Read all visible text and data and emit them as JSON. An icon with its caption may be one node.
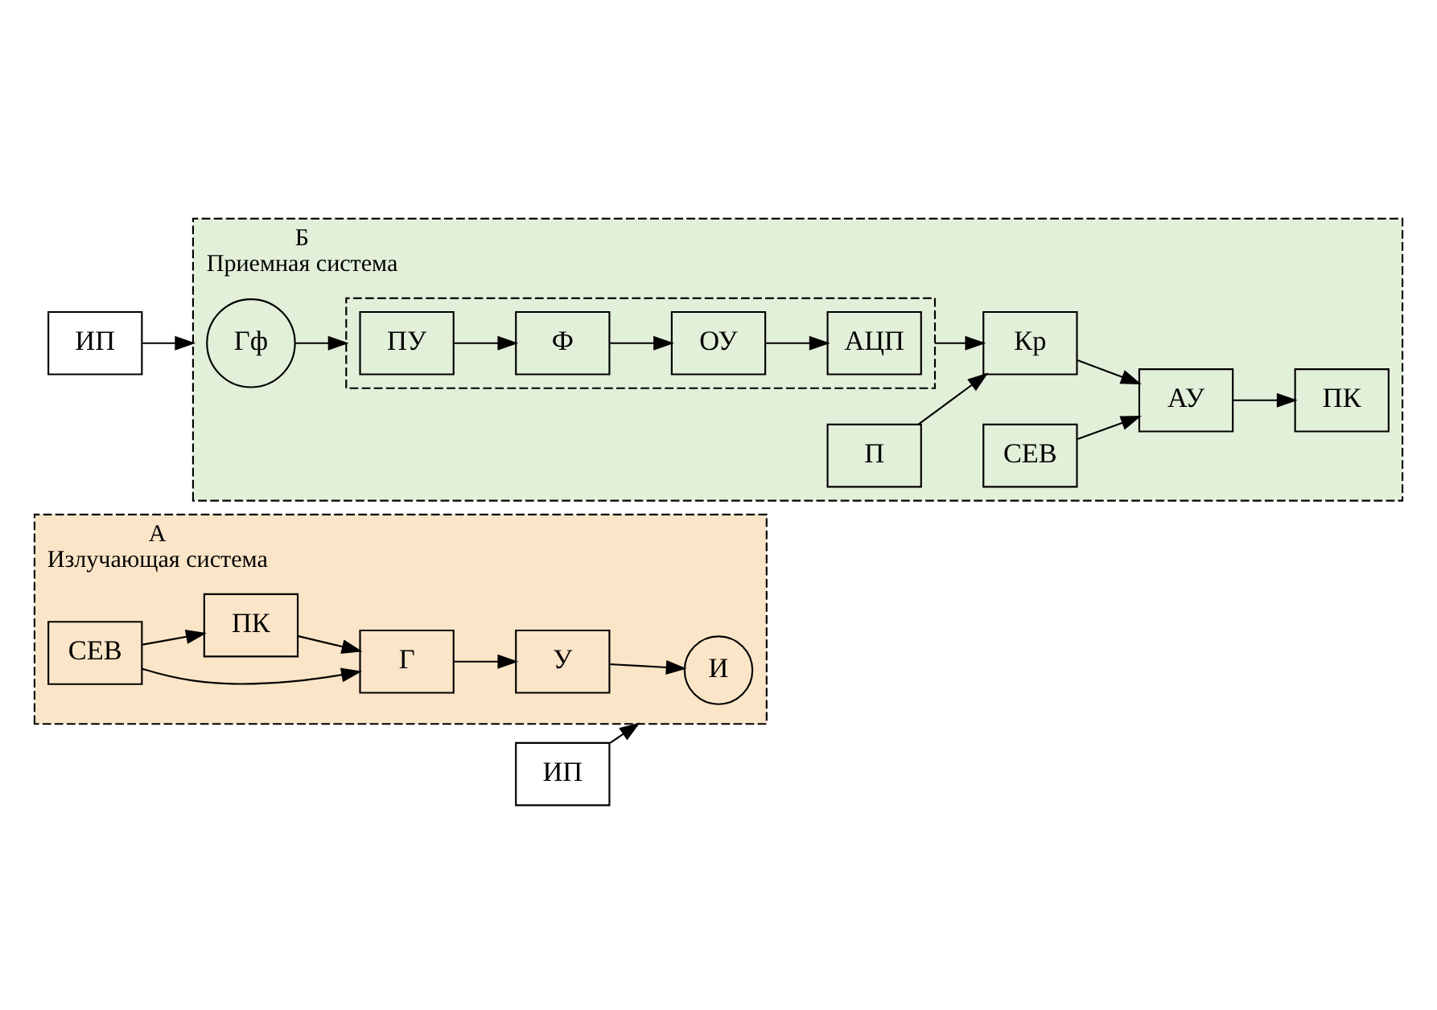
{
  "diagram": {
    "nodes": [
      {
        "text": [
          "А",
          "Излучающая система"
        ]
      },
      {
        "text": [
          "И"
        ],
        "in": 0
      },
      {
        "text": [
          "У"
        ],
        "in": 0
      },
      {
        "text": [
          "Г"
        ],
        "in": 0
      },
      {
        "text": [
          "ПК"
        ],
        "in": 0
      },
      {
        "text": [
          "СЕВ"
        ],
        "in": 0
      },
      {
        "text": [
          "ИП"
        ]
      },
      {
        "text": [
          "ИП"
        ]
      },
      {
        "text": [
          "Б",
          "Приемная система"
        ]
      },
      {
        "text": [
          "Гф"
        ],
        "in": 8
      },
      {
        "text": [],
        "shape": "box",
        "in": 8
      },
      {
        "text": [
          "ПУ"
        ],
        "in": 10
      },
      {
        "text": [
          "Ф"
        ],
        "in": 10
      },
      {
        "text": [
          "ОУ"
        ],
        "in": 10
      },
      {
        "text": [
          "АЦП"
        ],
        "in": 10
      },
      {
        "text": [
          "Кр"
        ],
        "in": 8
      },
      {
        "text": [
          "П"
        ],
        "in": 8
      },
      {
        "text": [
          "СЕВ"
        ],
        "in": 8
      },
      {
        "text": [
          "АУ"
        ],
        "in": 8
      },
      {
        "text": [
          "ПК"
        ],
        "in": 8
      }
    ],
    "edges": [
      {
        "from": 2,
        "to": 1,
        "arrow": "to"
      },
      {
        "from": 3,
        "to": 2,
        "arrow": "to"
      },
      {
        "from": 4,
        "to": 3,
        "arrow": "to"
      },
      {
        "from": 5,
        "to": 3,
        "arrow": "to"
      },
      {
        "from": 5,
        "to": 4,
        "arrow": "to"
      },
      {
        "from": 6,
        "to": 0,
        "arrow": "to"
      },
      {
        "from": 7,
        "to": 8,
        "arrow": "to"
      },
      {
        "from": 9,
        "to": 10,
        "arrow": "to"
      },
      {
        "from": 11,
        "to": 12,
        "arrow": "to"
      },
      {
        "from": 12,
        "to": 13,
        "arrow": "to"
      },
      {
        "from": 13,
        "to": 14,
        "arrow": "to"
      },
      {
        "from": 10,
        "to": 15,
        "arrow": "to"
      },
      {
        "from": 16,
        "to": 15,
        "arrow": "to"
      },
      {
        "from": 15,
        "to": 18,
        "arrow": "to"
      },
      {
        "from": 17,
        "to": 18,
        "arrow": "to"
      },
      {
        "from": 18,
        "to": 19,
        "arrow": "to"
      }
    ]
  }
}
